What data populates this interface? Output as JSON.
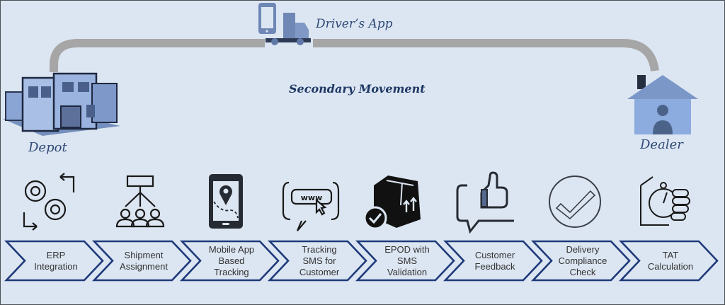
{
  "diagram": {
    "title": "Secondary Movement",
    "origin_label": "Depot",
    "destination_label": "Dealer",
    "vehicle_label": "Driver’s App",
    "colors": {
      "background": "#dce6f2",
      "road": "#a6a6a6",
      "chevron_stroke": "#1f3a7a",
      "title": "#1f3864",
      "label": "#2f4a78",
      "icon_dark": "#1a1a1a",
      "icon_blue": "#7f9fd0"
    },
    "steps": [
      {
        "label": "ERP\nIntegration",
        "icon": "gears-sync-icon"
      },
      {
        "label": "Shipment\nAssignment",
        "icon": "hierarchy-assign-icon"
      },
      {
        "label": "Mobile App\nBased\nTracking",
        "icon": "phone-location-icon"
      },
      {
        "label": "Tracking\nSMS for\nCustomer",
        "icon": "www-message-icon"
      },
      {
        "label": "EPOD with\nSMS\nValidation",
        "icon": "package-check-icon"
      },
      {
        "label": "Customer\nFeedback",
        "icon": "thumbs-up-chat-icon"
      },
      {
        "label": "Delivery\nCompliance\nCheck",
        "icon": "check-circle-icon"
      },
      {
        "label": "TAT\nCalculation",
        "icon": "stopwatch-hand-icon"
      }
    ]
  }
}
